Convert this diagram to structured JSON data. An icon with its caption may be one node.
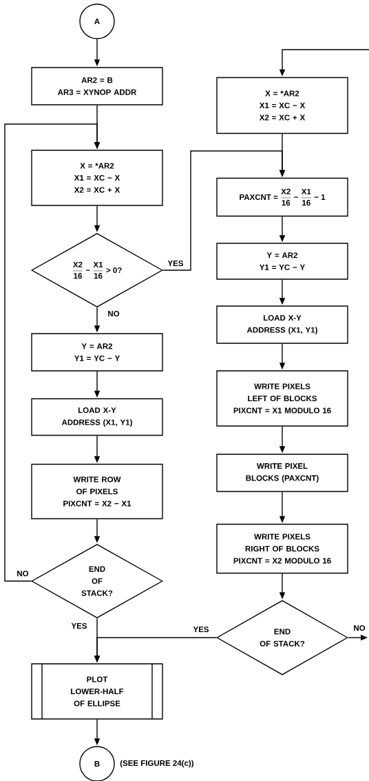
{
  "diagram": {
    "nodes": [
      {
        "text": [
          "A"
        ]
      },
      {
        "text": [
          "AR2 = B AR3 = XYNOP ADDR"
        ]
      },
      {
        "text": [
          "X = *AR2 X1 = XC − X X2 = XC + X"
        ]
      },
      {
        "text": [
          "\\frac{\\text{X2}}{\\text{16}}\\text{ − }\\frac{\\text{X1}}{\\text{16}}\\text{ > 0?}"
        ]
      },
      {
        "text": [
          "Y = AR2 Y1 = YC − Y"
        ]
      },
      {
        "text": [
          "LOAD X-Y ADDRESS (X1, Y1)"
        ]
      },
      {
        "text": [
          "WRITE ROW OF PIXELS PIXCNT = X2 − X1"
        ]
      },
      {
        "text": [
          "END OF STACK?"
        ]
      },
      {
        "text": [
          "PLOT LOWER-HALF OF ELLIPSE"
        ]
      },
      {
        "text": [
          "B"
        ],
        "beside": [
          "(SEE FIGURE 24(c))"
        ]
      },
      {
        "text": [
          "X = *AR2 X1 = XC − X X2 = XC + X"
        ]
      },
      {
        "text": [
          "\\text{PAXCNT = }\\frac{\\text{X2}}{\\text{16}}\\text{ − }\\frac{\\text{X1}}{\\text{16}}\\text{ − 1}"
        ]
      },
      {
        "text": [
          "Y = AR2 Y1 = YC − Y"
        ]
      },
      {
        "text": [
          "LOAD X-Y ADDRESS (X1, Y1)"
        ]
      },
      {
        "text": [
          "WRITE PIXELS LEFT OF BLOCKS PIXCNT = X1 MODULO 16"
        ]
      },
      {
        "text": [
          "WRITE PIXEL BLOCKS (PAXCNT)"
        ]
      },
      {
        "text": [
          "WRITE PIXELS RIGHT OF BLOCKS PIXCNT = X2 MODULO 16"
        ]
      },
      {
        "text": [
          "END OF STACK?"
        ]
      }
    ],
    "edges": [
      {
        "from": 0,
        "to": 1,
        "arrow": "to"
      },
      {
        "from": 1,
        "to": 2,
        "arrow": "to"
      },
      {
        "from": 2,
        "to": 3,
        "arrow": "to"
      },
      {
        "from": 3,
        "to": 4,
        "arrow": "to",
        "label": "NO"
      },
      {
        "from": 4,
        "to": 5,
        "arrow": "to"
      },
      {
        "from": 5,
        "to": 6,
        "arrow": "to"
      },
      {
        "from": 6,
        "to": 7,
        "arrow": "to"
      },
      {
        "from": 7,
        "to": 2,
        "arrow": "to",
        "label": "NO"
      },
      {
        "from": 7,
        "to": 8,
        "arrow": "to",
        "label": "YES"
      },
      {
        "from": 8,
        "to": 9,
        "arrow": "to"
      },
      {
        "from": 3,
        "to": 11,
        "arrow": "to",
        "label": "YES"
      },
      {
        "from": 10,
        "to": 11,
        "arrow": "to"
      },
      {
        "from": 11,
        "to": 12,
        "arrow": "to"
      },
      {
        "from": 12,
        "to": 13,
        "arrow": "to"
      },
      {
        "from": 13,
        "to": 14,
        "arrow": "to"
      },
      {
        "from": 14,
        "to": 15,
        "arrow": "to"
      },
      {
        "from": 15,
        "to": 16,
        "arrow": "to"
      },
      {
        "from": 16,
        "to": 17,
        "arrow": "to"
      },
      {
        "from": 17,
        "to": 8,
        "arrow": "to",
        "label": "YES"
      },
      {
        "from": 17,
        "to": null,
        "arrow": "to",
        "label": "NO"
      },
      {
        "from": null,
        "to": 10,
        "arrow": "to"
      }
    ]
  }
}
